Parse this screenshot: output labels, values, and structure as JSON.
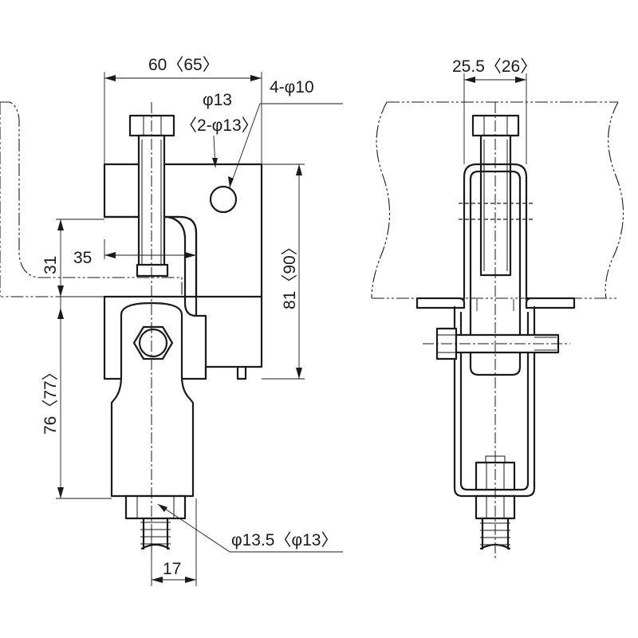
{
  "dimensions": {
    "width_front": "60〈65〉",
    "width_side": "25.5〈26〉",
    "hole_small": "4-φ10",
    "bolt_main": "φ13",
    "bolt_alt": "〈2-φ13〉",
    "gap_35": "35",
    "gap_31": "31",
    "height_body": "81〈90〉",
    "height_hanger": "76〈77〉",
    "rod_diameter": "φ13.5〈φ13〉",
    "rod_offset": "17"
  }
}
